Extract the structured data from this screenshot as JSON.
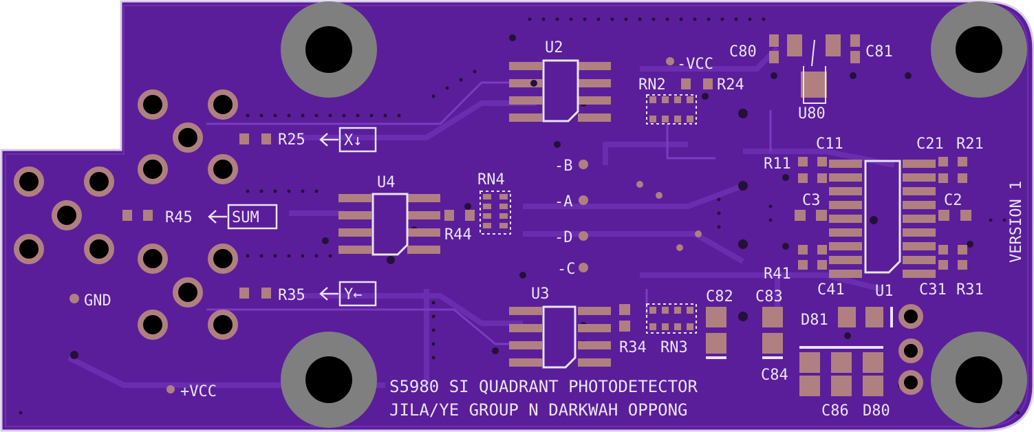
{
  "board": {
    "board_color": "#5a1e9a",
    "copper_color": "#b08080",
    "silk_color": "#e9e4f2",
    "title_line1": "S5980 SI QUADRANT PHOTODETECTOR",
    "title_line2": "JILA/YE GROUP N DARKWAH OPPONG",
    "version": "VERSION 1"
  },
  "labels": {
    "u1": "U1",
    "u2": "U2",
    "u3": "U3",
    "u4": "U4",
    "u80": "U80",
    "rn2": "RN2",
    "rn3": "RN3",
    "rn4": "RN4",
    "r11": "R11",
    "r21": "R21",
    "r24": "R24",
    "r25": "R25",
    "r31": "R31",
    "r34": "R34",
    "r35": "R35",
    "r41": "R41",
    "r44": "R44",
    "r45": "R45",
    "c2": "C2",
    "c3": "C3",
    "c11": "C11",
    "c21": "C21",
    "c31": "C31",
    "c41": "C41",
    "c80": "C80",
    "c81": "C81",
    "c82": "C82",
    "c83": "C83",
    "c84": "C84",
    "c86": "C86",
    "d80": "D80",
    "d81": "D81",
    "neg_vcc": "-VCC",
    "pos_vcc": "+VCC",
    "gnd": "GND",
    "neg_a": "-A",
    "neg_b": "-B",
    "neg_c": "-C",
    "neg_d": "-D",
    "x_signal": "X↓",
    "y_signal": "Y←",
    "sum_signal": "SUM"
  }
}
